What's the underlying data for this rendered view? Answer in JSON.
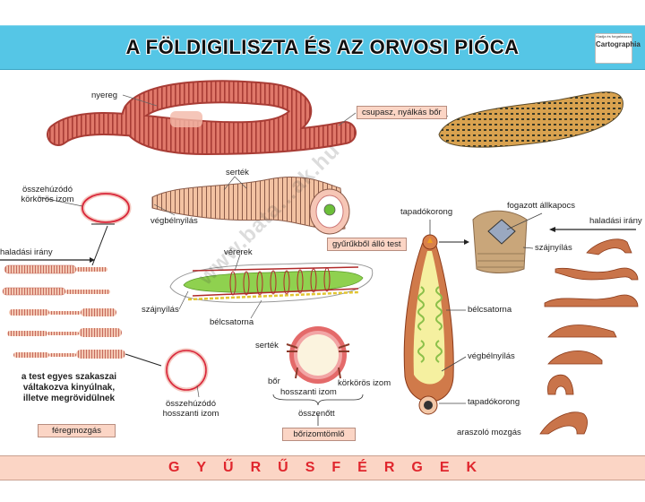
{
  "header": {
    "title": "A FÖLDIGILISZTA ÉS AZ ORVOSI PIÓCA",
    "publisher_logo": {
      "top_text": "Kiadja és forgalmazza",
      "name": "Cartographia"
    }
  },
  "footer": {
    "title": "GYŰRŰSFÉRGEK"
  },
  "watermark": "www.bata…ak.hu",
  "earthworm": {
    "top_labels": {
      "saddle": "nyereg",
      "skin_box": "csupasz, nyálkás bőr"
    },
    "cross_section_3d": {
      "bristles": "serték",
      "anus": "végbélnyílás",
      "ring_box": "gyűrűkből álló test"
    },
    "internal": {
      "blood_vessels": "vérerek",
      "mouth": "szájnyílás",
      "gut": "bélcsatorna"
    },
    "locomotion": {
      "direction": "haladási irány",
      "circular_contract": "összehúzódó körkörös izom",
      "longitudinal_contract": "összehúzódó hosszanti izom",
      "description": "a test egyes szakaszai váltakozva kinyúlnak, illetve megrövidülnek",
      "box": "féregmozgás"
    },
    "body_wall": {
      "bristles": "serték",
      "skin": "bőr",
      "longitudinal_muscle": "hosszanti izom",
      "circular_muscle": "körkörös izom",
      "fused": "összenőtt",
      "box": "bőrizomtömlő"
    }
  },
  "leech": {
    "front_sucker": "tapadókorong",
    "jaws": "fogazott állkapocs",
    "mouth": "szájnyílás",
    "gut": "bélcsatorna",
    "anus": "végbélnyílás",
    "rear_sucker": "tapadókorong",
    "direction": "haladási irány",
    "movement": "araszoló mozgás"
  },
  "colors": {
    "title_bar": "#55c6e6",
    "footer_bar": "#fbd5c5",
    "footer_text": "#e0262d",
    "label_box": "#fbd5c5",
    "worm": "#d9695c",
    "leech": "#c79a4e"
  }
}
